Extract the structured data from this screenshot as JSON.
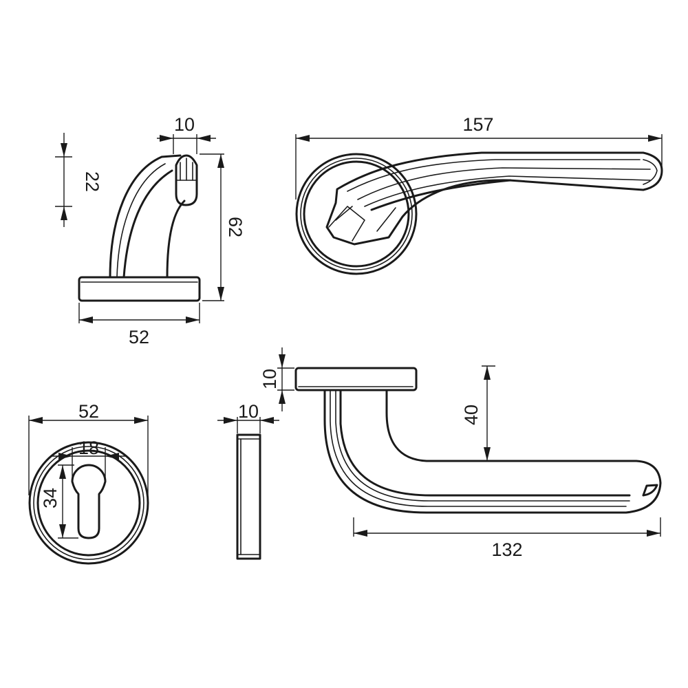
{
  "dimensions": {
    "side_rose_width": "10",
    "side_cap_height": "22",
    "side_total_height": "62",
    "side_base_width": "52",
    "top_handle_length": "157",
    "escutcheon_diameter": "52",
    "escutcheon_keyhole_width": "18",
    "escutcheon_keyhole_height": "34",
    "escutcheon_thickness": "10",
    "front_rose_thickness": "10",
    "front_handle_projection": "40",
    "front_handle_length": "132"
  },
  "colors": {
    "line": "#1a1a1a",
    "background": "#ffffff"
  }
}
